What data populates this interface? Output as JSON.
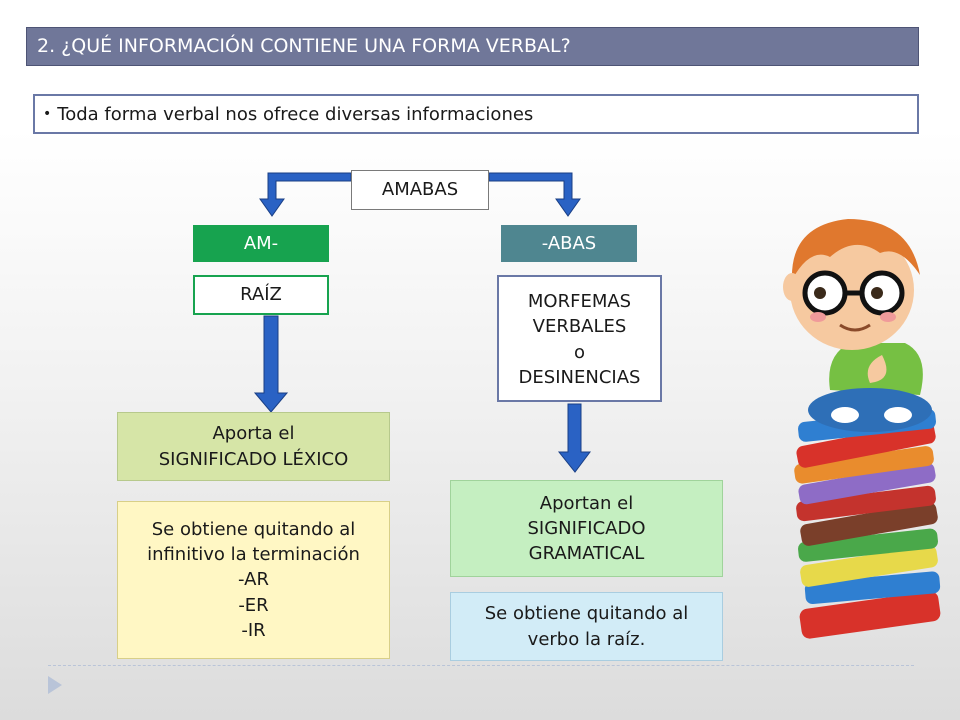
{
  "title": "2. ¿QUÉ INFORMACIÓN CONTIENE UNA FORMA VERBAL?",
  "subtitle": {
    "bullet": "•",
    "text": "Toda forma verbal nos ofrece diversas informaciones"
  },
  "diagram": {
    "root": "AMABAS",
    "left": {
      "segment": "AM-",
      "type": "RAÍZ",
      "meaning": [
        "Aporta el",
        "SIGNIFICADO LÉXICO"
      ],
      "how": [
        "Se obtiene quitando al",
        "infinitivo la terminación",
        "-AR",
        "-ER",
        "-IR"
      ]
    },
    "right": {
      "segment": "-ABAS",
      "type": [
        "MORFEMAS",
        "VERBALES",
        "o",
        "DESINENCIAS"
      ],
      "meaning": [
        "Aportan el",
        "SIGNIFICADO",
        "GRAMATICAL"
      ],
      "how": [
        "Se obtiene quitando al",
        "verbo la raíz."
      ]
    }
  },
  "colors": {
    "title_bar": "#707799",
    "am_box": "#17a34f",
    "abas_box": "#4f8690",
    "arrow": "#2a62c4",
    "lexico_box": "#d6e5a7",
    "infinitivo_box": "#fff7c4",
    "gramatical_box": "#c5efc1",
    "raiz_note_box": "#d2ecf7"
  },
  "icons": {
    "arrows": "blue-connector-arrow",
    "footer": "triangle-play-icon",
    "illustration": "boy-on-books-illustration"
  }
}
